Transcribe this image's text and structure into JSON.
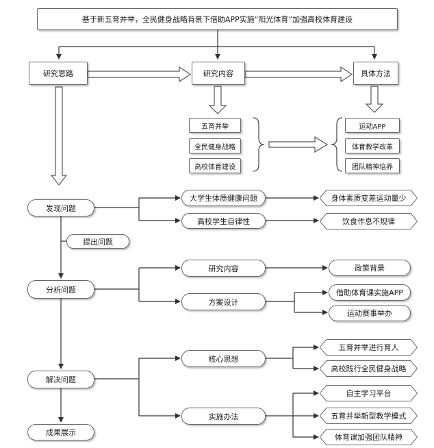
{
  "top": "基于新五育并举，全民健身战略背景下借助APP实施“阳光体育”加强高校体育建设",
  "row1": {
    "left": "研究思路",
    "mid": "研究内容",
    "right": "具体方法"
  },
  "content_items": [
    "五育并举",
    "全民健身战略",
    "高校体育建设"
  ],
  "method_items": [
    "运动APP",
    "体育教学改革",
    "团队精神培养"
  ],
  "flow": {
    "discover": "发现问题",
    "raise": "提出问题",
    "analyze": "分析问题",
    "solve": "解决问题",
    "result": "成果展示"
  },
  "discover_branch": {
    "health": "大学生体质健康问题",
    "health_result": "身体素质变差运动量少",
    "discipline": "高校学生自律性",
    "discipline_result": "饮食作息不规律"
  },
  "analyze_branch": {
    "content": "研究内容",
    "content_result": "政策背景",
    "plan": "方案设计",
    "plan_results": [
      "借助体育课实施APP",
      "运动赛事举办"
    ]
  },
  "solve_branch": {
    "core": "核心思想",
    "core_results": [
      "五育并举进行育人",
      "高校践行全民健身战略"
    ],
    "method": "实施办法",
    "method_results": [
      "自主学习平台",
      "五育并举新型教学模式",
      "体育课加强团队精神"
    ]
  }
}
